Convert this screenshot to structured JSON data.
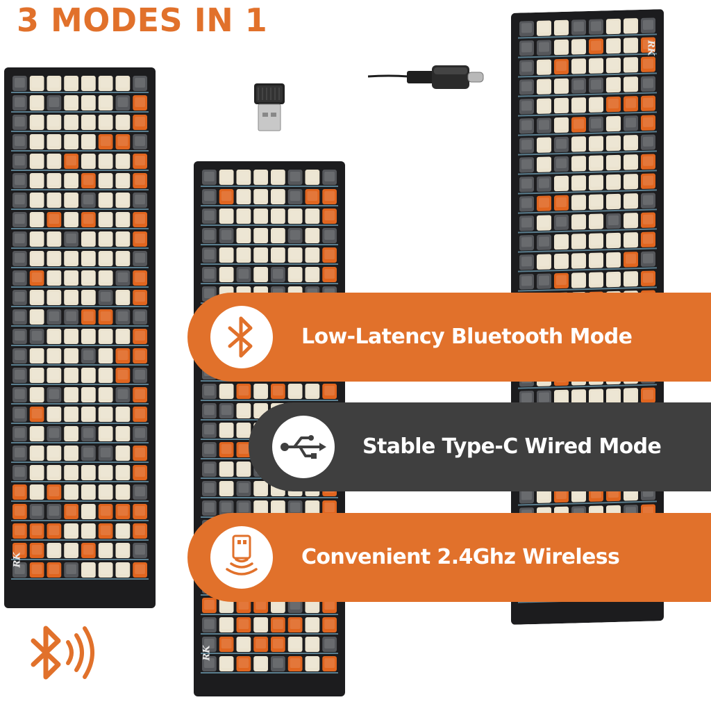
{
  "headline": "3 MODES IN 1",
  "brand_mark": "RK",
  "colors": {
    "accent_orange": "#e1712b",
    "banner_dark": "#3f3f3f",
    "key_cream": "#ebe3cf",
    "key_gray": "#55575b",
    "key_orange": "#e0651f",
    "backlight": "#8fd2ee"
  },
  "modes": [
    {
      "label": "Low-Latency Bluetooth Mode",
      "icon": "bluetooth-icon",
      "style": "orange"
    },
    {
      "label": "Stable  Type-C Wired Mode",
      "icon": "usb-icon",
      "style": "dark"
    },
    {
      "label": "Convenient 2.4Ghz Wireless",
      "icon": "wireless-receiver-icon",
      "style": "orange"
    }
  ],
  "decor_icons": [
    "bluetooth-signal-icon",
    "usb-dongle-icon",
    "type-c-cable-icon"
  ]
}
